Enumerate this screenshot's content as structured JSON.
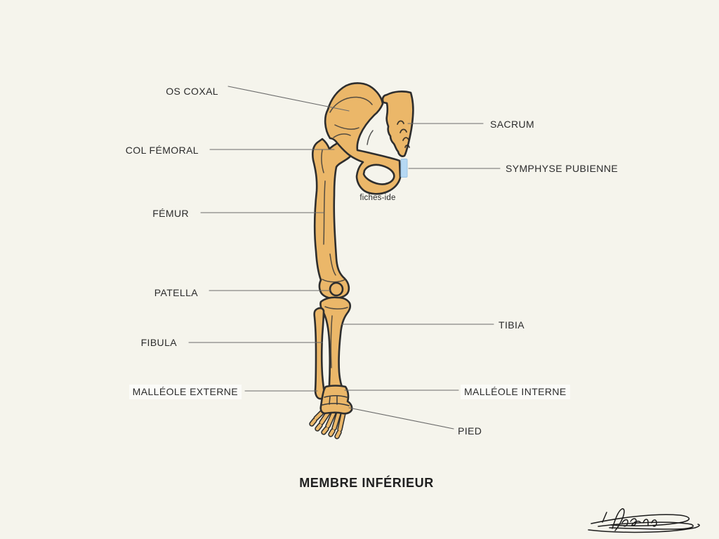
{
  "title": "MEMBRE INFÉRIEUR",
  "watermark": "fiches-ide",
  "colors": {
    "background": "#F5F4EC",
    "bone_fill": "#EBB769",
    "bone_outline": "#2E2E2E",
    "symphysis_blue": "#B5D8F3",
    "leader_line": "#6A6A6A",
    "text": "#2B2B2B"
  },
  "labels": {
    "left": [
      {
        "id": "os-coxal",
        "text": "OS COXAL"
      },
      {
        "id": "col-femoral",
        "text": "COL FÉMORAL"
      },
      {
        "id": "femur",
        "text": "FÉMUR"
      },
      {
        "id": "patella",
        "text": "PATELLA"
      },
      {
        "id": "fibula",
        "text": "FIBULA"
      },
      {
        "id": "malleole-externe",
        "text": "MALLÉOLE EXTERNE"
      }
    ],
    "right": [
      {
        "id": "sacrum",
        "text": "SACRUM"
      },
      {
        "id": "symphyse-pubienne",
        "text": "SYMPHYSE PUBIENNE"
      },
      {
        "id": "tibia",
        "text": "TIBIA"
      },
      {
        "id": "malleole-interne",
        "text": "MALLÉOLE INTERNE"
      },
      {
        "id": "pied",
        "text": "PIED"
      }
    ]
  }
}
